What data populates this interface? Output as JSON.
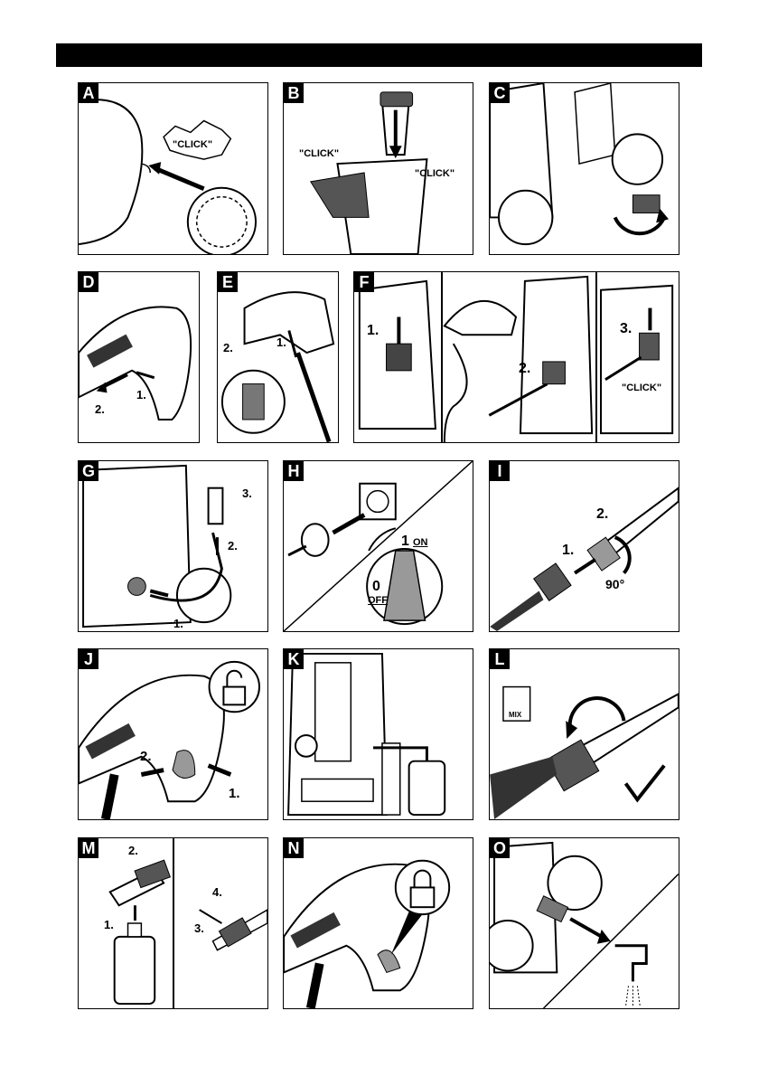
{
  "panels": {
    "A": {
      "letter": "A",
      "click": "\"CLICK\""
    },
    "B": {
      "letter": "B",
      "click1": "\"CLICK\"",
      "click2": "\"CLICK\""
    },
    "C": {
      "letter": "C"
    },
    "D": {
      "letter": "D",
      "s1": "1.",
      "s2": "2."
    },
    "E": {
      "letter": "E",
      "s1": "1.",
      "s2": "2."
    },
    "F": {
      "letter": "F",
      "s1": "1.",
      "s2": "2.",
      "s3": "3.",
      "click": "\"CLICK\""
    },
    "G": {
      "letter": "G",
      "s1": "1.",
      "s2": "2.",
      "s3": "3."
    },
    "H": {
      "letter": "H",
      "on_value": "1",
      "on_text": "ON",
      "off_value": "0",
      "off_text": "OFF"
    },
    "I": {
      "letter": "I",
      "s1": "1.",
      "s2": "2.",
      "angle": "90°"
    },
    "J": {
      "letter": "J",
      "s1": "1.",
      "s2": "2."
    },
    "K": {
      "letter": "K"
    },
    "L": {
      "letter": "L",
      "mix": "MIX"
    },
    "M": {
      "letter": "M",
      "s1": "1.",
      "s2": "2.",
      "s3": "3.",
      "s4": "4."
    },
    "N": {
      "letter": "N"
    },
    "O": {
      "letter": "O"
    }
  }
}
